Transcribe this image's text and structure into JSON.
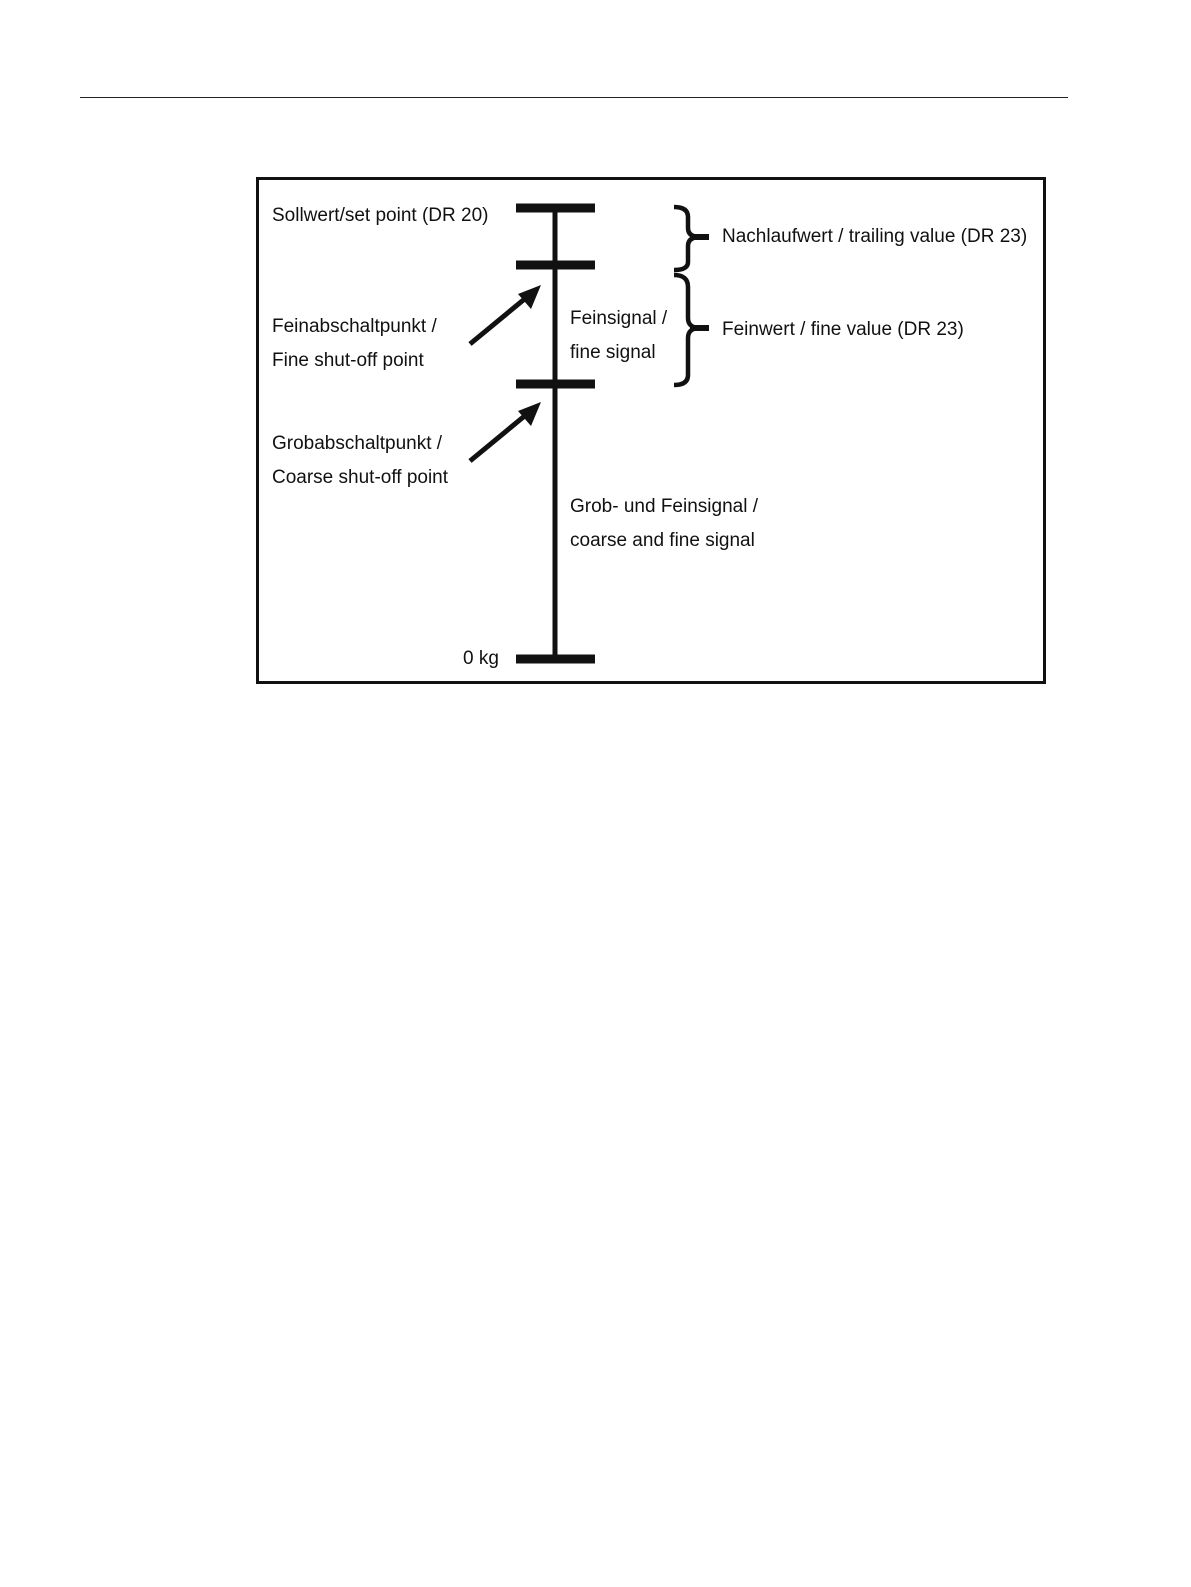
{
  "diagram": {
    "setpoint_label": "Sollwert/set point (DR 20)",
    "trailing_value_label": "Nachlaufwert / trailing value (DR 23)",
    "fine_shutoff_label": [
      "Feinabschaltpunkt /",
      "Fine shut-off point"
    ],
    "fine_signal_label": [
      "Feinsignal /",
      "fine signal"
    ],
    "fine_value_label": "Feinwert / fine value (DR 23)",
    "coarse_shutoff_label": [
      "Grobabschaltpunkt /",
      "Coarse shut-off point"
    ],
    "coarse_fine_signal_label": [
      "Grob- und Feinsignal /",
      "coarse and fine signal"
    ],
    "zero_label": "0 kg",
    "ink_color": "#111111"
  }
}
